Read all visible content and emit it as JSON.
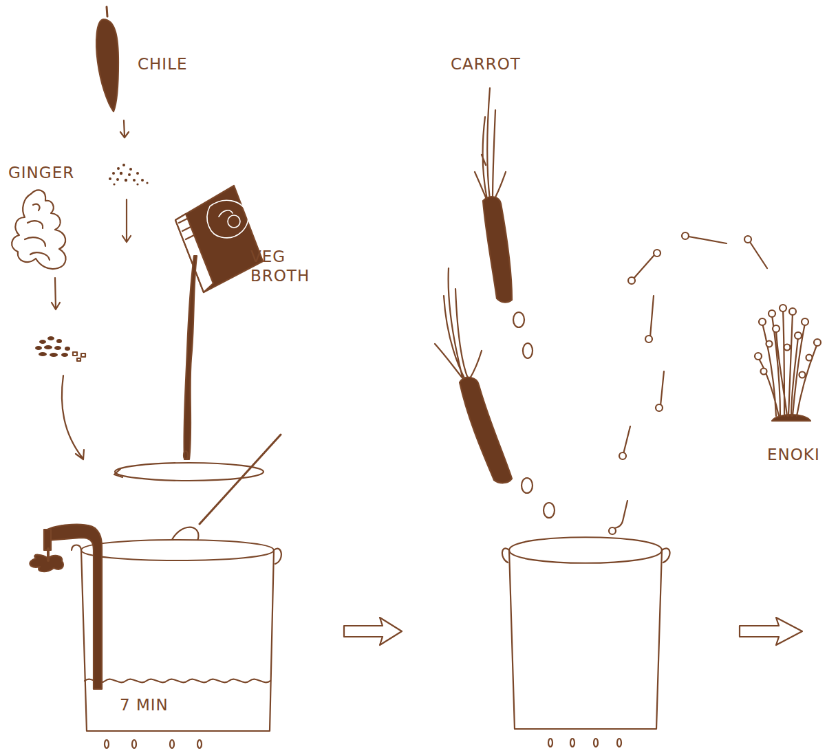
{
  "diagram": {
    "labels": [
      "CHILE",
      "CARROT",
      "GINGER",
      "VEG BROTH",
      "ENOKI",
      "7 MIN"
    ]
  }
}
